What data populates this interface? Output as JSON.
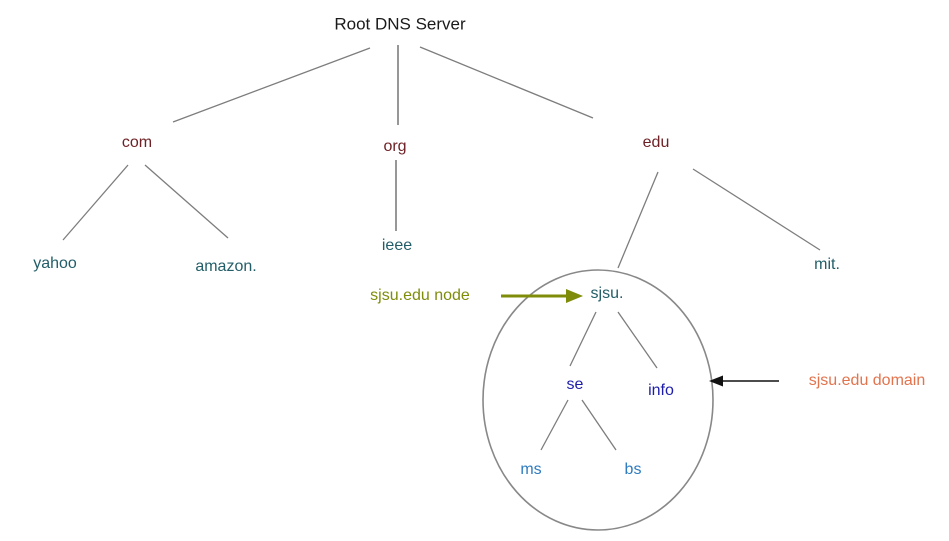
{
  "diagram": {
    "title": "Root DNS Server",
    "nodes": {
      "root": "Root DNS Server",
      "com": "com",
      "org": "org",
      "edu": "edu",
      "yahoo": "yahoo",
      "amazon": "amazon.",
      "ieee": "ieee",
      "sjsu": "sjsu.",
      "mit": "mit.",
      "se": "se",
      "info": "info",
      "ms": "ms",
      "bs": "bs"
    },
    "annotations": {
      "node_pointer": "sjsu.edu node",
      "domain_pointer": "sjsu.edu domain"
    },
    "colors": {
      "title": "#1a1a1a",
      "tld_level": "#6e2226",
      "second_level": "#235e68",
      "third_level": "#1d1daa",
      "fourth_level": "#2e7bbf",
      "node_annotation": "#7f8c0a",
      "domain_annotation": "#e2734d",
      "edge_line": "#7d7d7d",
      "ellipse_stroke": "#888888",
      "domain_arrow": "#111111"
    }
  }
}
